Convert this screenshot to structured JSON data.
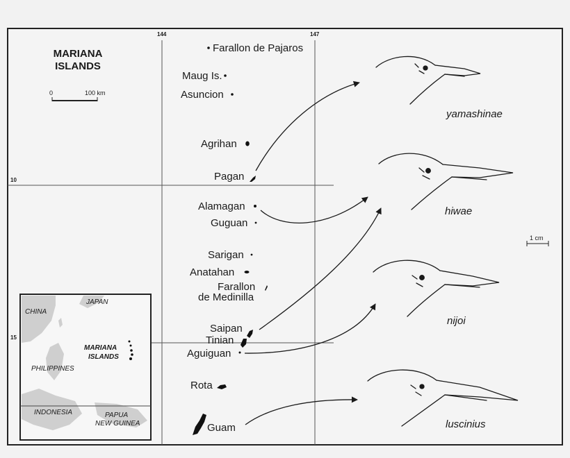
{
  "map": {
    "title_line1": "MARIANA",
    "title_line2": "ISLANDS",
    "scale": {
      "zero": "0",
      "distance": "100 km"
    },
    "longitudes": [
      "144",
      "147"
    ],
    "latitudes": [
      "10",
      "15"
    ],
    "islands": {
      "farallon_de_pajaros": "Farallon de Pajaros",
      "maug": "Maug Is.",
      "asuncion": "Asuncion",
      "agrihan": "Agrihan",
      "pagan": "Pagan",
      "alamagan": "Alamagan",
      "guguan": "Guguan",
      "sarigan": "Sarigan",
      "anatahan": "Anatahan",
      "farallon_de_medinilla_1": "Farallon",
      "farallon_de_medinilla_2": "de Medinilla",
      "saipan": "Saipan",
      "tinian": "Tinian",
      "aguiguan": "Aguiguan",
      "rota": "Rota",
      "guam": "Guam"
    },
    "inset": {
      "china": "CHINA",
      "japan": "JAPAN",
      "mariana_1": "MARIANA",
      "mariana_2": "ISLANDS",
      "philippines": "PHILIPPINES",
      "indonesia": "INDONESIA",
      "png_1": "PAPUA",
      "png_2": "NEW GUINEA"
    }
  },
  "birds": {
    "subspecies": [
      "yamashinae",
      "hiwae",
      "nijoi",
      "luscinius"
    ],
    "scale_bar": "1 cm"
  }
}
